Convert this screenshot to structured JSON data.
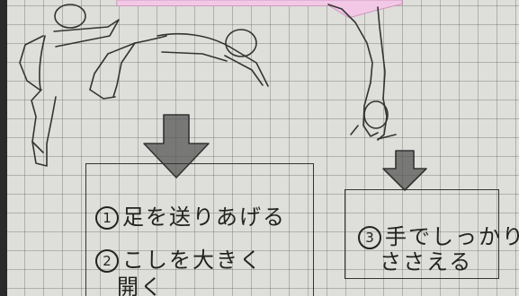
{
  "steps": [
    {
      "number": "1",
      "text": "足を送りあげる"
    },
    {
      "number": "2",
      "text": "こしを大きく",
      "text2": "開く"
    },
    {
      "number": "3",
      "text": "手でしっかり",
      "text2": "ささえる"
    }
  ]
}
